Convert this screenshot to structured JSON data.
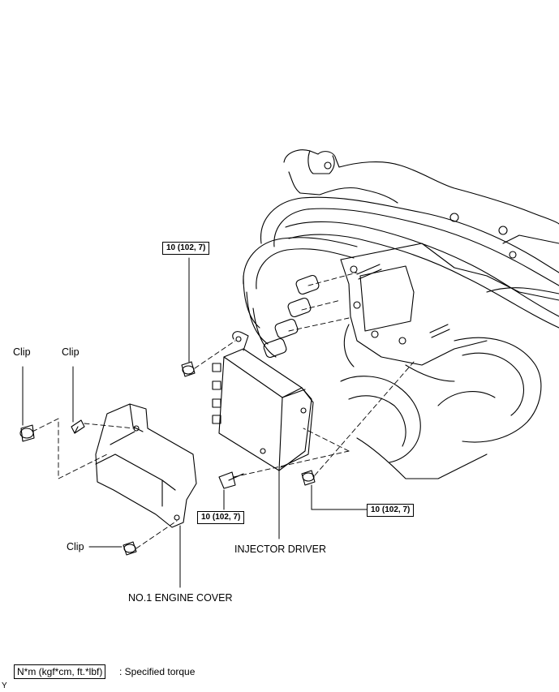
{
  "labels": {
    "clip_1": "Clip",
    "clip_2": "Clip",
    "clip_3": "Clip",
    "injector_driver": "INJECTOR DRIVER",
    "engine_cover": "NO.1 ENGINE COVER"
  },
  "torque": {
    "top": "10 (102, 7)",
    "bottom_left": "10 (102, 7)",
    "bottom_right": "10 (102, 7)"
  },
  "legend": {
    "unit": "N*m (kgf*cm, ft.*lbf)",
    "text": ": Specified torque"
  },
  "corner_mark": "Y"
}
